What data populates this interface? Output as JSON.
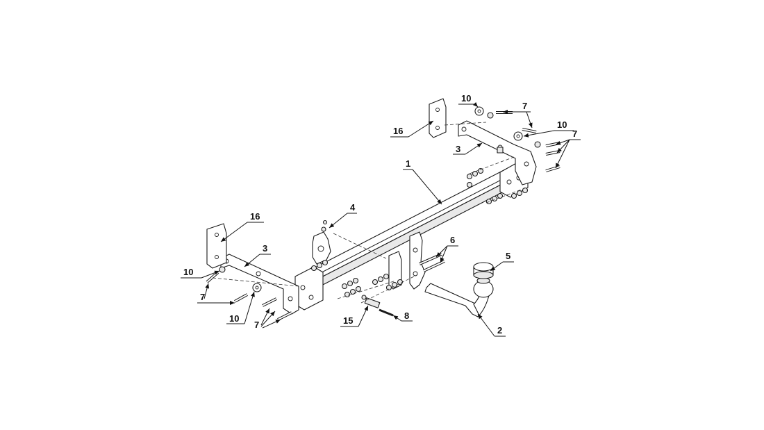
{
  "callouts": {
    "c1": "1",
    "c2": "2",
    "c3_left": "3",
    "c3_right": "3",
    "c4": "4",
    "c5": "5",
    "c6": "6",
    "c7_top": "7",
    "c7_right": "7",
    "c7_left_a": "7",
    "c7_left_b": "7",
    "c8": "8",
    "c10_top": "10",
    "c10_right": "10",
    "c10_left": "10",
    "c10_bottom": "10",
    "c15": "15",
    "c16_right": "16",
    "c16_left": "16"
  }
}
